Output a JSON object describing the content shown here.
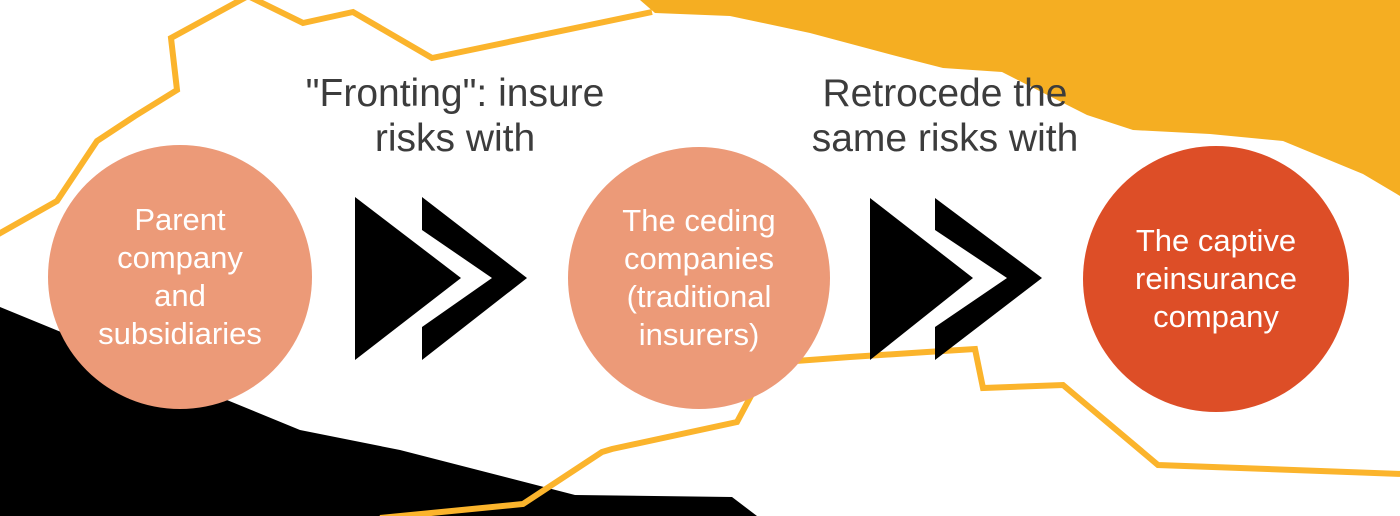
{
  "colors": {
    "salmon_circle": "#EC9A78",
    "redorange_circle": "#DD4E27",
    "amber_shape": "#F5AE22",
    "yellow_line": "#FBB42C",
    "black_shape": "#000000",
    "label_text": "#3C3C3C",
    "circle_text": "#FFFFFF"
  },
  "flow": {
    "nodes": [
      {
        "id": "parent",
        "label": "Parent\ncompany\nand\nsubsidiaries",
        "fill": "#EC9A78"
      },
      {
        "id": "ceding",
        "label": "The ceding\ncompanies\n(traditional\ninsurers)",
        "fill": "#EC9A78"
      },
      {
        "id": "captive",
        "label": "The captive\nreinsurance\ncompany",
        "fill": "#DD4E27"
      }
    ],
    "connectors": [
      {
        "from": "parent",
        "to": "ceding",
        "label": "\"Fronting\": insure\nrisks with"
      },
      {
        "from": "ceding",
        "to": "captive",
        "label": "Retrocede the\nsame risks with"
      }
    ]
  }
}
